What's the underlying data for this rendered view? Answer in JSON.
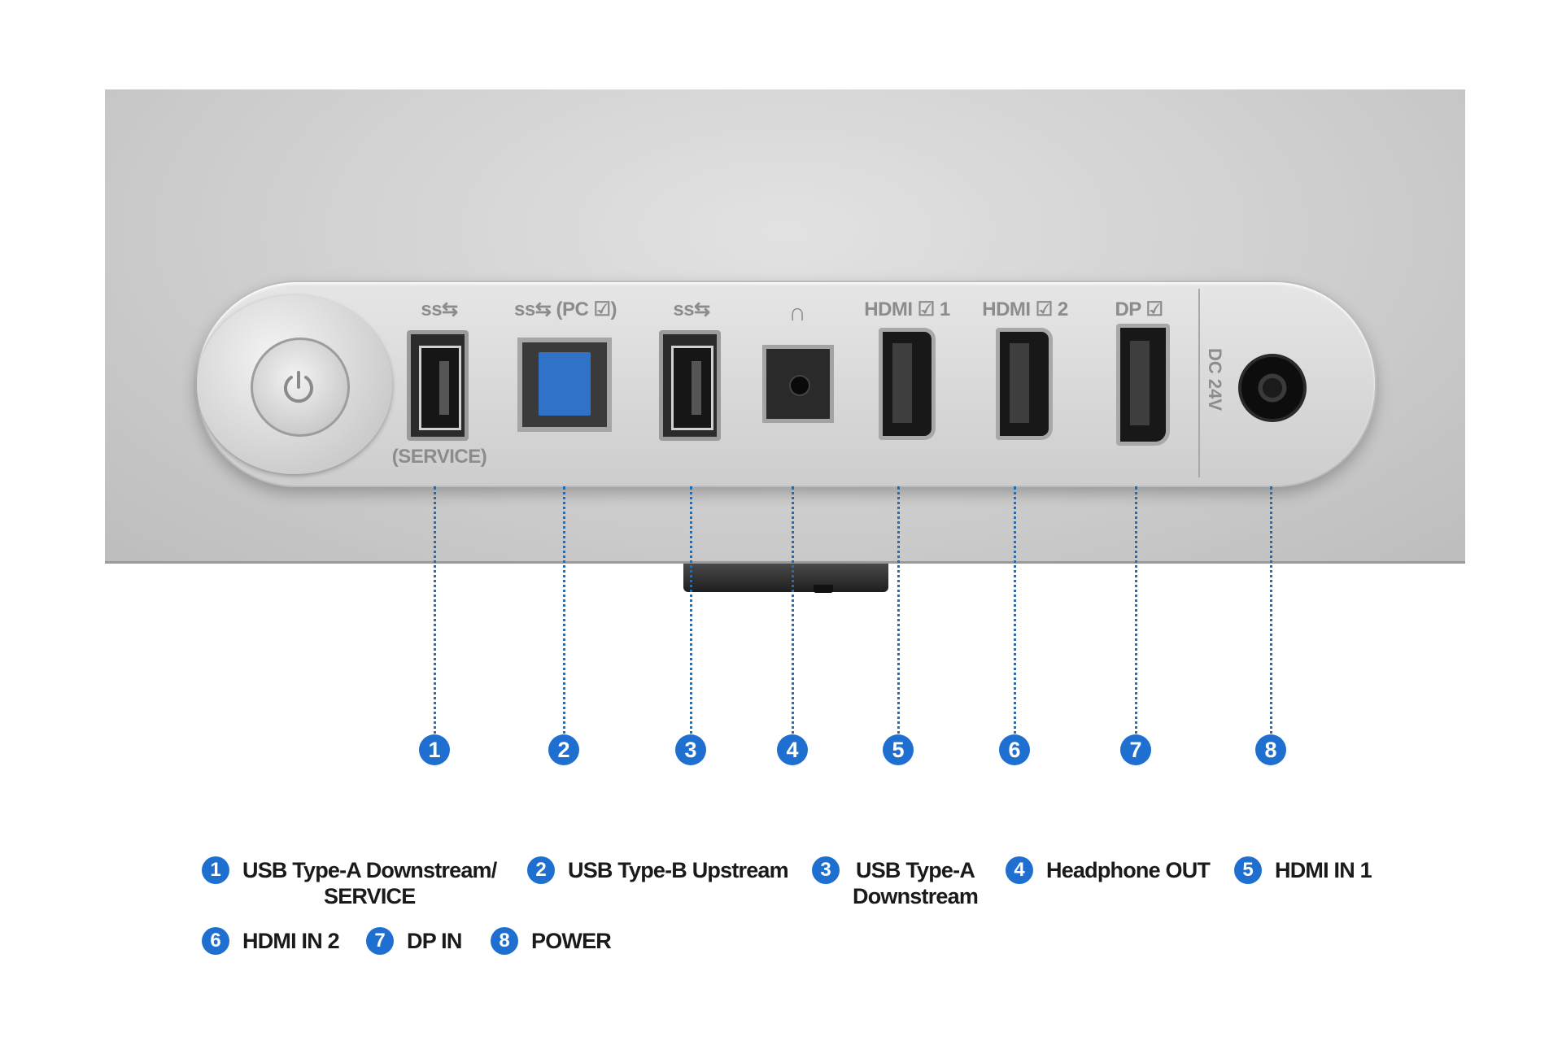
{
  "colors": {
    "accent": "#1e6fd0",
    "usb_b": "#2f72c7",
    "label_gray": "#8c8c8c"
  },
  "port_labels": {
    "p1_top": "ss⇆",
    "p1_bottom": "(SERVICE)",
    "p2_top": "ss⇆ (PC ☑)",
    "p3_top": "ss⇆",
    "p4_top": "∩",
    "p5_top": "HDMI ☑ 1",
    "p6_top": "HDMI ☑ 2",
    "p7_top": "DP ☑",
    "p8_side": "DC 24V"
  },
  "markers": [
    "1",
    "2",
    "3",
    "4",
    "5",
    "6",
    "7",
    "8"
  ],
  "legend": [
    {
      "num": "1",
      "text": "USB Type-A Downstream/\nSERVICE"
    },
    {
      "num": "2",
      "text": "USB Type-B Upstream"
    },
    {
      "num": "3",
      "text": "USB Type-A\nDownstream"
    },
    {
      "num": "4",
      "text": "Headphone OUT"
    },
    {
      "num": "5",
      "text": "HDMI IN 1"
    },
    {
      "num": "6",
      "text": "HDMI IN 2"
    },
    {
      "num": "7",
      "text": "DP IN"
    },
    {
      "num": "8",
      "text": "POWER"
    }
  ]
}
